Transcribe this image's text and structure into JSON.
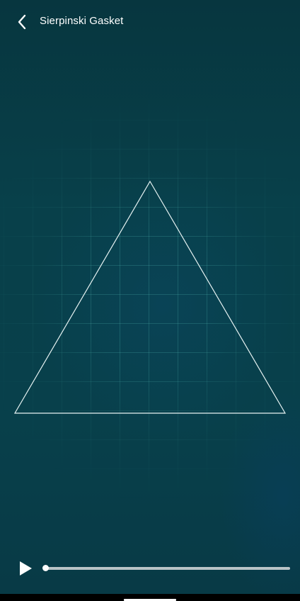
{
  "header": {
    "title": "Sierpinski Gasket",
    "back_icon": "chevron-left-icon"
  },
  "canvas": {
    "shape": "triangle-outline",
    "stroke_color": "#e6f2f2",
    "grid_color": "#5ac8be",
    "background_color": "#08404a"
  },
  "controls": {
    "play_icon": "play-icon",
    "progress": 0.0,
    "track_color": "#b9c4c7",
    "thumb_color": "#ffffff"
  }
}
